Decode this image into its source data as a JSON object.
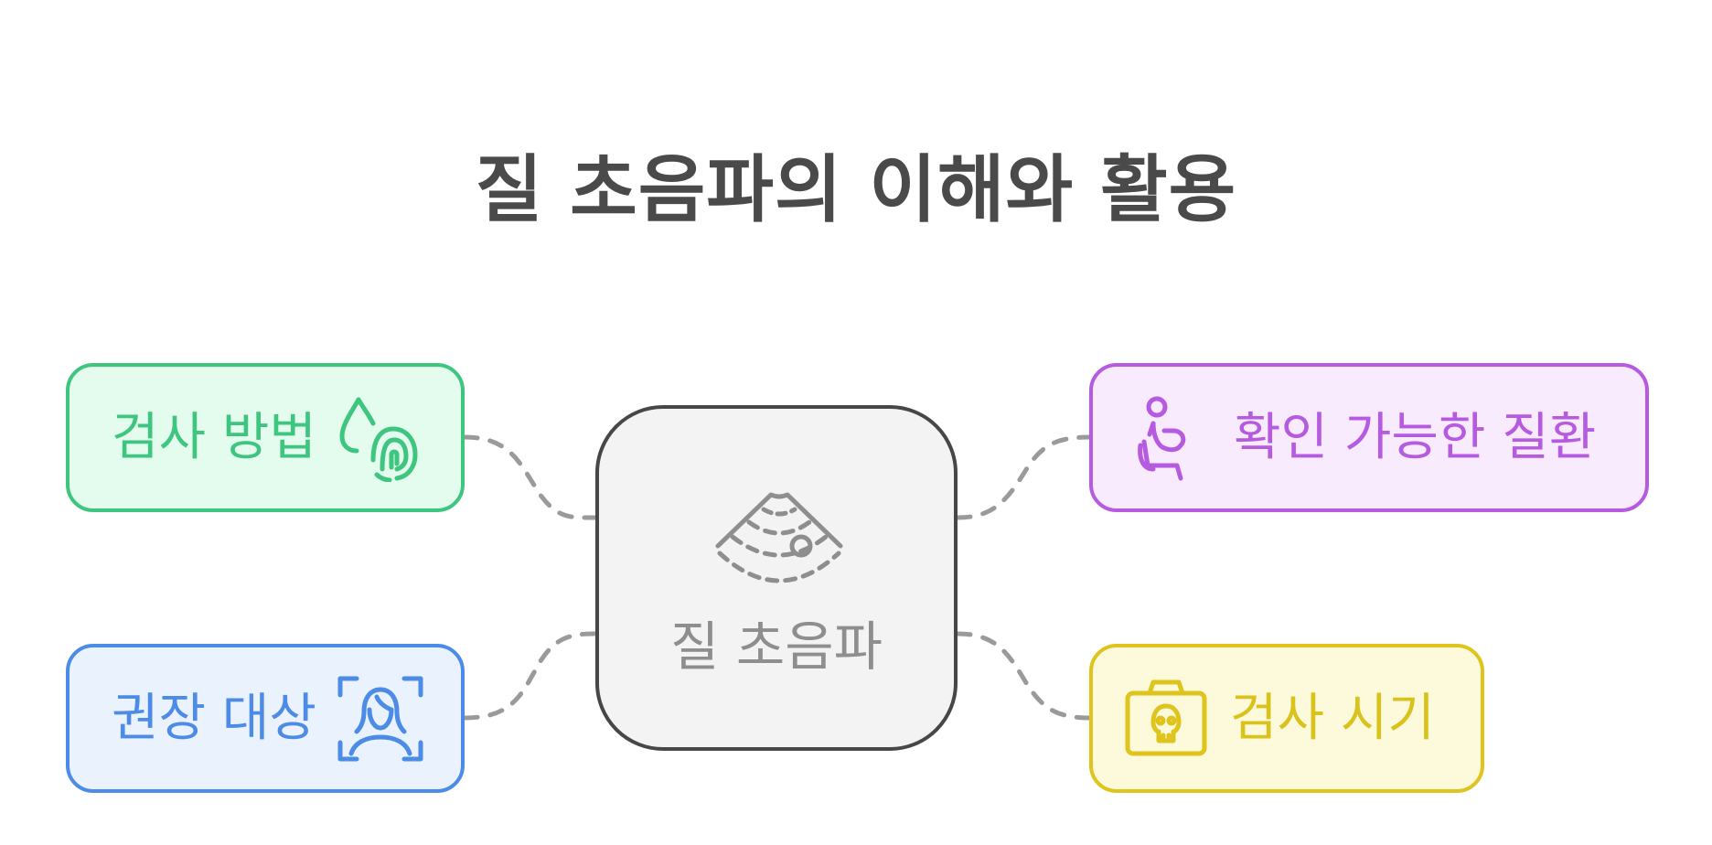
{
  "title": "질 초음파의 이해와 활용",
  "center": {
    "label": "질 초음파",
    "icon": "ultrasound-scan-icon",
    "border_color": "#474747",
    "fill_color": "#f3f3f3"
  },
  "branches": {
    "left_top": {
      "label": "검사 방법",
      "icon": "fingerprint-drop-icon",
      "color": "#3ec57f",
      "fill": "#e3fcee"
    },
    "left_bottom": {
      "label": "권장 대상",
      "icon": "woman-face-scan-icon",
      "color": "#4d8ce6",
      "fill": "#eaf2fe"
    },
    "right_top": {
      "label": "확인 가능한 질환",
      "icon": "pregnant-woman-icon",
      "color": "#b65ae0",
      "fill": "#f8ebfe"
    },
    "right_bottom": {
      "label": "검사 시기",
      "icon": "camera-skull-icon",
      "color": "#dfc41e",
      "fill": "#fdfadb"
    }
  },
  "connector_color": "#9a9a9a"
}
